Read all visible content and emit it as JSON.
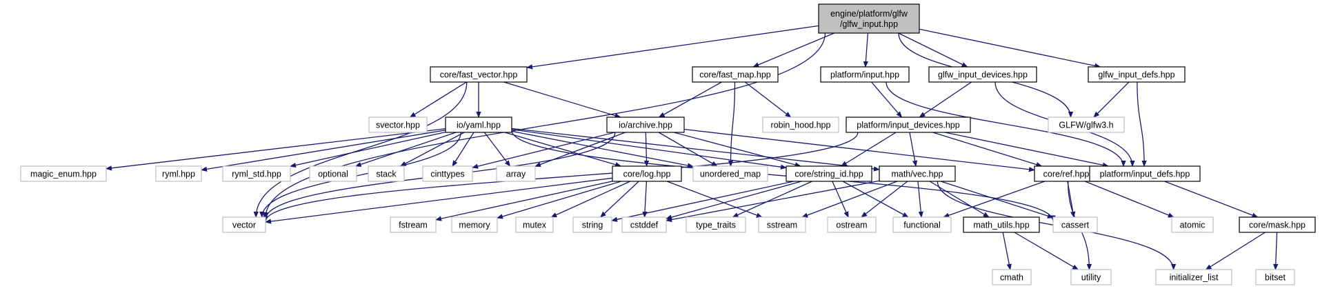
{
  "graph": {
    "colors": {
      "edge": "#191970",
      "root_fill": "#bfbfbf",
      "local_border": "#000000",
      "system_border": "#bfbfbf",
      "fill": "#ffffff"
    },
    "nodes": {
      "root": {
        "lines": [
          "engine/platform/glfw",
          "/glfw_input.hpp"
        ],
        "kind": "root"
      },
      "fast_vector": {
        "lines": [
          "core/fast_vector.hpp"
        ],
        "kind": "local"
      },
      "fast_map": {
        "lines": [
          "core/fast_map.hpp"
        ],
        "kind": "local"
      },
      "platform_input": {
        "lines": [
          "platform/input.hpp"
        ],
        "kind": "local"
      },
      "glfw_input_devices": {
        "lines": [
          "glfw_input_devices.hpp"
        ],
        "kind": "local"
      },
      "glfw_input_defs": {
        "lines": [
          "glfw_input_defs.hpp"
        ],
        "kind": "local"
      },
      "svector": {
        "lines": [
          "svector.hpp"
        ],
        "kind": "system"
      },
      "yaml": {
        "lines": [
          "io/yaml.hpp"
        ],
        "kind": "local"
      },
      "archive": {
        "lines": [
          "io/archive.hpp"
        ],
        "kind": "local"
      },
      "robin_hood": {
        "lines": [
          "robin_hood.hpp"
        ],
        "kind": "system"
      },
      "input_devices": {
        "lines": [
          "platform/input_devices.hpp"
        ],
        "kind": "local"
      },
      "glfw3": {
        "lines": [
          "GLFW/glfw3.h"
        ],
        "kind": "system"
      },
      "magic_enum": {
        "lines": [
          "magic_enum.hpp"
        ],
        "kind": "system"
      },
      "ryml": {
        "lines": [
          "ryml.hpp"
        ],
        "kind": "system"
      },
      "ryml_std": {
        "lines": [
          "ryml_std.hpp"
        ],
        "kind": "system"
      },
      "optional": {
        "lines": [
          "optional"
        ],
        "kind": "system"
      },
      "stack": {
        "lines": [
          "stack"
        ],
        "kind": "system"
      },
      "cinttypes": {
        "lines": [
          "cinttypes"
        ],
        "kind": "system"
      },
      "array": {
        "lines": [
          "array"
        ],
        "kind": "system"
      },
      "log": {
        "lines": [
          "core/log.hpp"
        ],
        "kind": "local"
      },
      "unordered_map": {
        "lines": [
          "unordered_map"
        ],
        "kind": "system"
      },
      "string_id": {
        "lines": [
          "core/string_id.hpp"
        ],
        "kind": "local"
      },
      "vec": {
        "lines": [
          "math/vec.hpp"
        ],
        "kind": "local"
      },
      "ref": {
        "lines": [
          "core/ref.hpp"
        ],
        "kind": "local"
      },
      "input_defs": {
        "lines": [
          "platform/input_defs.hpp"
        ],
        "kind": "local"
      },
      "vector": {
        "lines": [
          "vector"
        ],
        "kind": "system"
      },
      "fstream": {
        "lines": [
          "fstream"
        ],
        "kind": "system"
      },
      "memory": {
        "lines": [
          "memory"
        ],
        "kind": "system"
      },
      "mutex": {
        "lines": [
          "mutex"
        ],
        "kind": "system"
      },
      "string": {
        "lines": [
          "string"
        ],
        "kind": "system"
      },
      "cstddef": {
        "lines": [
          "cstddef"
        ],
        "kind": "system"
      },
      "type_traits": {
        "lines": [
          "type_traits"
        ],
        "kind": "system"
      },
      "sstream": {
        "lines": [
          "sstream"
        ],
        "kind": "system"
      },
      "ostream": {
        "lines": [
          "ostream"
        ],
        "kind": "system"
      },
      "functional": {
        "lines": [
          "functional"
        ],
        "kind": "system"
      },
      "math_utils": {
        "lines": [
          "math_utils.hpp"
        ],
        "kind": "local"
      },
      "cassert": {
        "lines": [
          "cassert"
        ],
        "kind": "system"
      },
      "atomic": {
        "lines": [
          "atomic"
        ],
        "kind": "system"
      },
      "mask": {
        "lines": [
          "core/mask.hpp"
        ],
        "kind": "local"
      },
      "cmath": {
        "lines": [
          "cmath"
        ],
        "kind": "system"
      },
      "utility": {
        "lines": [
          "utility"
        ],
        "kind": "system"
      },
      "initializer_list": {
        "lines": [
          "initializer_list"
        ],
        "kind": "system"
      },
      "bitset": {
        "lines": [
          "bitset"
        ],
        "kind": "system"
      }
    },
    "edges": [
      [
        "root",
        "fast_vector"
      ],
      [
        "root",
        "fast_map"
      ],
      [
        "root",
        "platform_input"
      ],
      [
        "root",
        "glfw_input_devices"
      ],
      [
        "root",
        "glfw_input_defs"
      ],
      [
        "root",
        "vector"
      ],
      [
        "root",
        "glfw3"
      ],
      [
        "fast_vector",
        "svector"
      ],
      [
        "fast_vector",
        "yaml"
      ],
      [
        "fast_vector",
        "archive"
      ],
      [
        "fast_vector",
        "vector"
      ],
      [
        "fast_map",
        "archive"
      ],
      [
        "fast_map",
        "robin_hood"
      ],
      [
        "fast_map",
        "unordered_map"
      ],
      [
        "platform_input",
        "input_devices"
      ],
      [
        "platform_input",
        "input_defs"
      ],
      [
        "glfw_input_devices",
        "input_devices"
      ],
      [
        "glfw_input_devices",
        "input_defs"
      ],
      [
        "glfw_input_defs",
        "glfw3"
      ],
      [
        "glfw_input_defs",
        "input_defs"
      ],
      [
        "yaml",
        "magic_enum"
      ],
      [
        "yaml",
        "ryml"
      ],
      [
        "yaml",
        "ryml_std"
      ],
      [
        "yaml",
        "optional"
      ],
      [
        "yaml",
        "stack"
      ],
      [
        "yaml",
        "cinttypes"
      ],
      [
        "yaml",
        "array"
      ],
      [
        "yaml",
        "log"
      ],
      [
        "yaml",
        "unordered_map"
      ],
      [
        "yaml",
        "string_id"
      ],
      [
        "yaml",
        "vec"
      ],
      [
        "yaml",
        "vector"
      ],
      [
        "yaml",
        "cassert"
      ],
      [
        "archive",
        "cinttypes"
      ],
      [
        "archive",
        "array"
      ],
      [
        "archive",
        "log"
      ],
      [
        "archive",
        "unordered_map"
      ],
      [
        "archive",
        "string_id"
      ],
      [
        "archive",
        "ref"
      ],
      [
        "archive",
        "vector"
      ],
      [
        "input_devices",
        "string_id"
      ],
      [
        "input_devices",
        "vec"
      ],
      [
        "input_devices",
        "ref"
      ],
      [
        "input_devices",
        "input_defs"
      ],
      [
        "input_devices",
        "vector"
      ],
      [
        "log",
        "fstream"
      ],
      [
        "log",
        "memory"
      ],
      [
        "log",
        "mutex"
      ],
      [
        "log",
        "string"
      ],
      [
        "log",
        "cstddef"
      ],
      [
        "log",
        "sstream"
      ],
      [
        "log",
        "vector"
      ],
      [
        "string_id",
        "string"
      ],
      [
        "string_id",
        "cstddef"
      ],
      [
        "string_id",
        "type_traits"
      ],
      [
        "string_id",
        "ostream"
      ],
      [
        "string_id",
        "functional"
      ],
      [
        "vec",
        "cstddef"
      ],
      [
        "vec",
        "sstream"
      ],
      [
        "vec",
        "ostream"
      ],
      [
        "vec",
        "functional"
      ],
      [
        "vec",
        "math_utils"
      ],
      [
        "vec",
        "cassert"
      ],
      [
        "vec",
        "initializer_list"
      ],
      [
        "ref",
        "functional"
      ],
      [
        "ref",
        "cassert"
      ],
      [
        "ref",
        "atomic"
      ],
      [
        "ref",
        "utility"
      ],
      [
        "input_defs",
        "mask"
      ],
      [
        "math_utils",
        "cmath"
      ],
      [
        "math_utils",
        "utility"
      ],
      [
        "mask",
        "initializer_list"
      ],
      [
        "mask",
        "bitset"
      ]
    ]
  }
}
